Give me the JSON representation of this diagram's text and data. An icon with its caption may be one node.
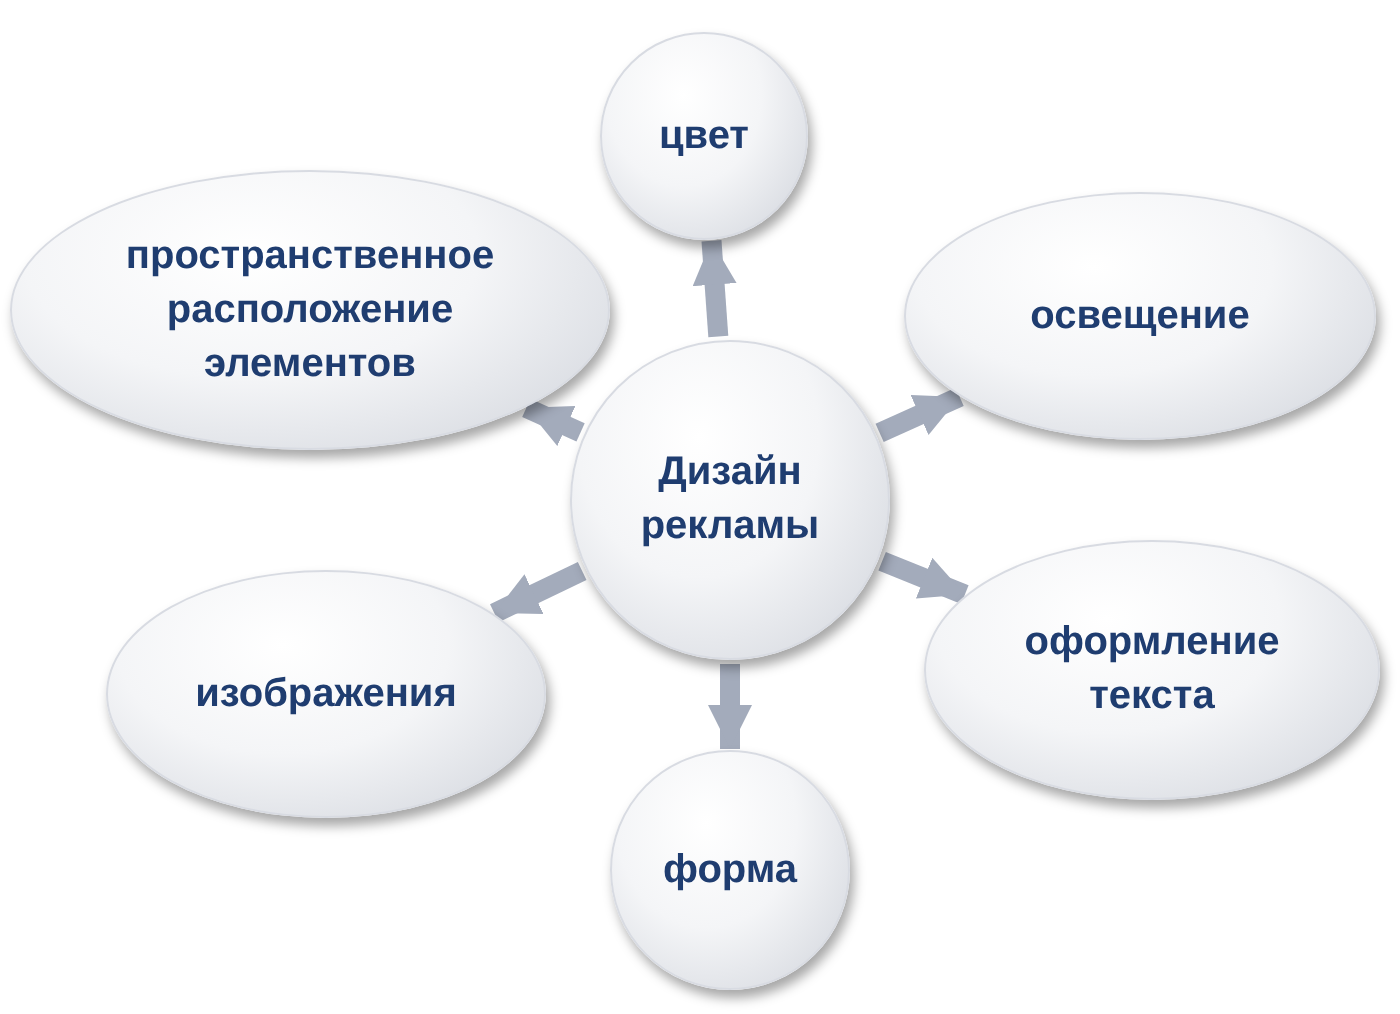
{
  "diagram": {
    "nodes": [
      {
        "text": [
          "Дизайн рекламы"
        ]
      },
      {
        "text": [
          "цвет"
        ]
      },
      {
        "text": [
          "освещение"
        ]
      },
      {
        "text": [
          "оформление текста"
        ]
      },
      {
        "text": [
          "форма"
        ]
      },
      {
        "text": [
          "изображения"
        ]
      },
      {
        "text": [
          "пространственное расположение элементов"
        ]
      }
    ],
    "edges": [
      {
        "from": 0,
        "to": 1,
        "arrow": "to"
      },
      {
        "from": 0,
        "to": 2,
        "arrow": "to"
      },
      {
        "from": 0,
        "to": 3,
        "arrow": "to"
      },
      {
        "from": 0,
        "to": 4,
        "arrow": "to"
      },
      {
        "from": 0,
        "to": 5,
        "arrow": "to"
      },
      {
        "from": 0,
        "to": 6,
        "arrow": "to"
      }
    ]
  }
}
